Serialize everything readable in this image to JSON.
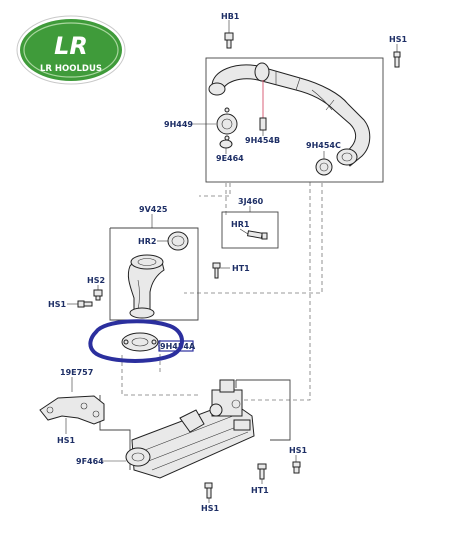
{
  "logo": {
    "mark": "LR",
    "text": "LR HOOLDUS",
    "color": "#3f9b3a"
  },
  "callouts": {
    "hb1": "HB1",
    "hs1_top": "HS1",
    "h449": "9H449",
    "e464": "9E464",
    "h454b": "9H454B",
    "h454c": "9H454C",
    "v425": "9V425",
    "j460": "3J460",
    "hr2": "HR2",
    "hr1": "HR1",
    "ht1_mid": "HT1",
    "hs2": "HS2",
    "hs1_left": "HS1",
    "h454a": "9H454A",
    "e757": "19E757",
    "hs1_bracket": "HS1",
    "f464": "9F464",
    "hs1_right": "HS1",
    "ht1_bottom": "HT1",
    "hs1_bottom": "HS1"
  },
  "colors": {
    "label": "#1e2f66",
    "highlight_circle": "#2b2f9e",
    "highlight_box": "#2b2f9e",
    "pink_line": "#d9607a"
  }
}
